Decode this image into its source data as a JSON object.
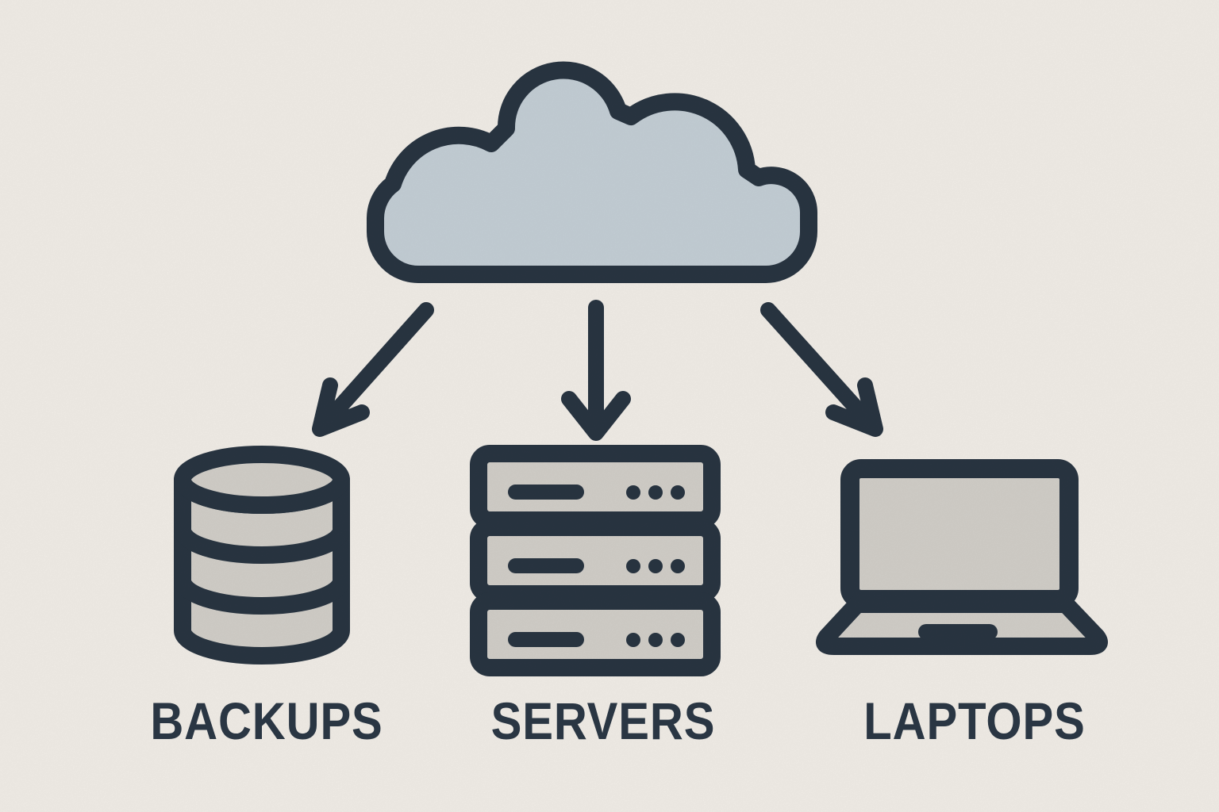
{
  "diagram": {
    "type": "cloud-distribution-diagram",
    "hub": {
      "icon": "cloud",
      "label": ""
    },
    "nodes": [
      {
        "id": "backups",
        "icon": "database",
        "label": "BACKUPS"
      },
      {
        "id": "servers",
        "icon": "server-rack",
        "label": "SERVERS"
      },
      {
        "id": "laptops",
        "icon": "laptop",
        "label": "LAPTOPS"
      }
    ],
    "connections": [
      {
        "from": "cloud",
        "to": "backups",
        "direction": "down-left"
      },
      {
        "from": "cloud",
        "to": "servers",
        "direction": "down"
      },
      {
        "from": "cloud",
        "to": "laptops",
        "direction": "down-right"
      }
    ]
  },
  "colors": {
    "background": "#f8f4ee",
    "outline": "#2a3643",
    "cloudFill": "#c9d4db",
    "deviceFill": "#d7d4ce",
    "labelText": "#2a3643"
  }
}
